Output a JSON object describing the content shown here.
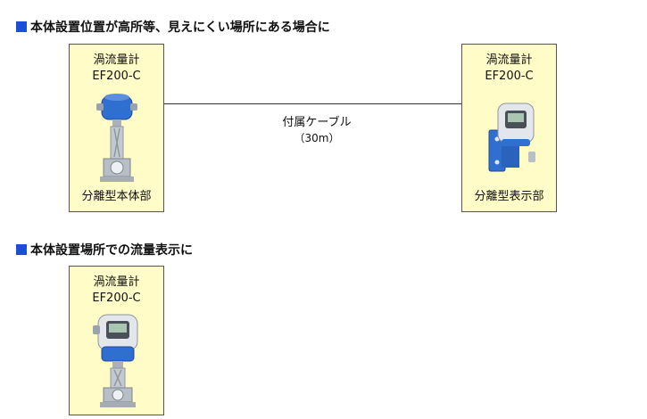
{
  "colors": {
    "heading_square": "#1e4ed8",
    "card_fill": "#fffcc8",
    "device_blue": "#2f6fd0",
    "steel": "#b8bec6"
  },
  "section1": {
    "heading": "本体設置位置が高所等、見えにくい場所にある場合に",
    "left_card": {
      "name": "渦流量計",
      "model": "EF200-C",
      "caption": "分離型本体部",
      "image": "vortex-flowmeter-remote-sensor-icon"
    },
    "cable": {
      "label": "付属ケーブル",
      "length": "（30m）"
    },
    "right_card": {
      "name": "渦流量計",
      "model": "EF200-C",
      "caption": "分離型表示部",
      "image": "remote-display-unit-icon"
    }
  },
  "section2": {
    "heading": "本体設置場所での流量表示に",
    "card": {
      "name": "渦流量計",
      "model": "EF200-C",
      "image": "vortex-flowmeter-integrated-icon"
    }
  }
}
